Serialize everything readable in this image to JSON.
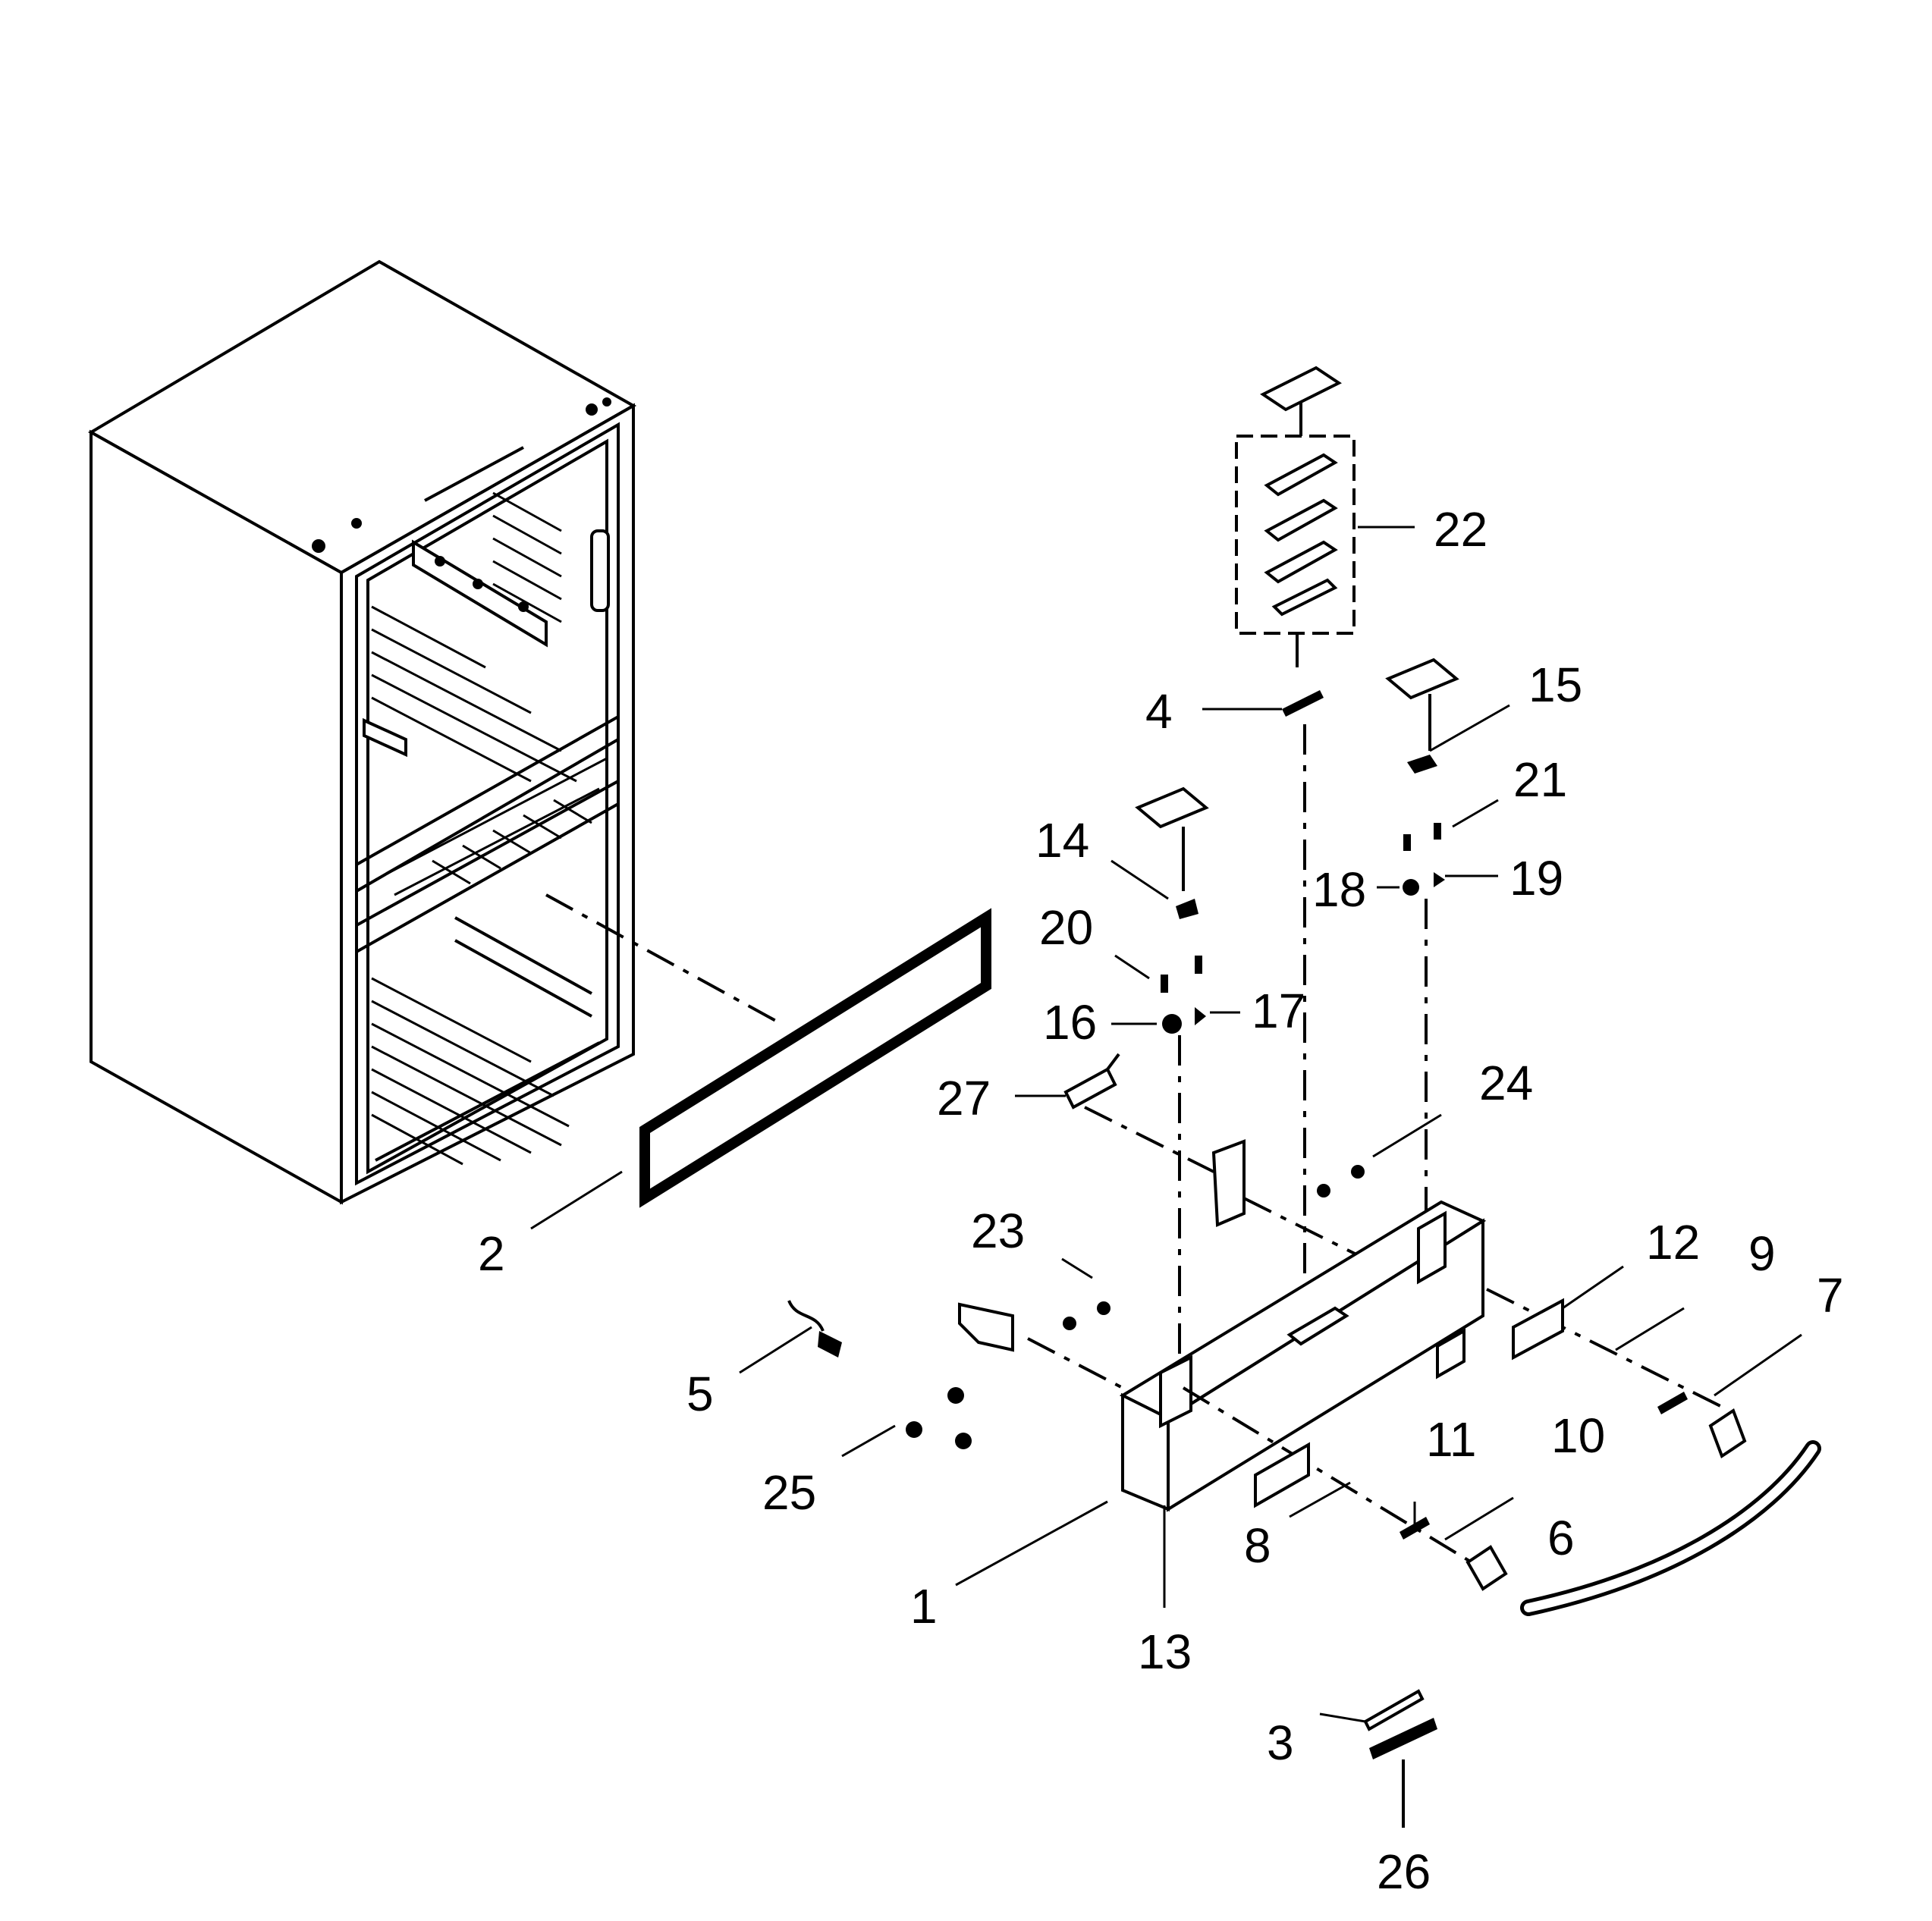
{
  "colors": {
    "ink": "#000000",
    "paper": "#ffffff"
  },
  "callouts": [
    {
      "id": "1",
      "text": "1"
    },
    {
      "id": "2",
      "text": "2"
    },
    {
      "id": "3",
      "text": "3"
    },
    {
      "id": "4",
      "text": "4"
    },
    {
      "id": "5",
      "text": "5"
    },
    {
      "id": "6",
      "text": "6"
    },
    {
      "id": "7",
      "text": "7"
    },
    {
      "id": "8",
      "text": "8"
    },
    {
      "id": "9",
      "text": "9"
    },
    {
      "id": "10",
      "text": "10"
    },
    {
      "id": "11",
      "text": "11"
    },
    {
      "id": "12",
      "text": "12"
    },
    {
      "id": "13",
      "text": "13"
    },
    {
      "id": "14",
      "text": "14"
    },
    {
      "id": "15",
      "text": "15"
    },
    {
      "id": "16",
      "text": "16"
    },
    {
      "id": "17",
      "text": "17"
    },
    {
      "id": "18",
      "text": "18"
    },
    {
      "id": "19",
      "text": "19"
    },
    {
      "id": "20",
      "text": "20"
    },
    {
      "id": "21",
      "text": "21"
    },
    {
      "id": "22",
      "text": "22"
    },
    {
      "id": "23",
      "text": "23"
    },
    {
      "id": "24",
      "text": "24"
    },
    {
      "id": "25",
      "text": "25"
    },
    {
      "id": "26",
      "text": "26"
    },
    {
      "id": "27",
      "text": "27"
    }
  ]
}
